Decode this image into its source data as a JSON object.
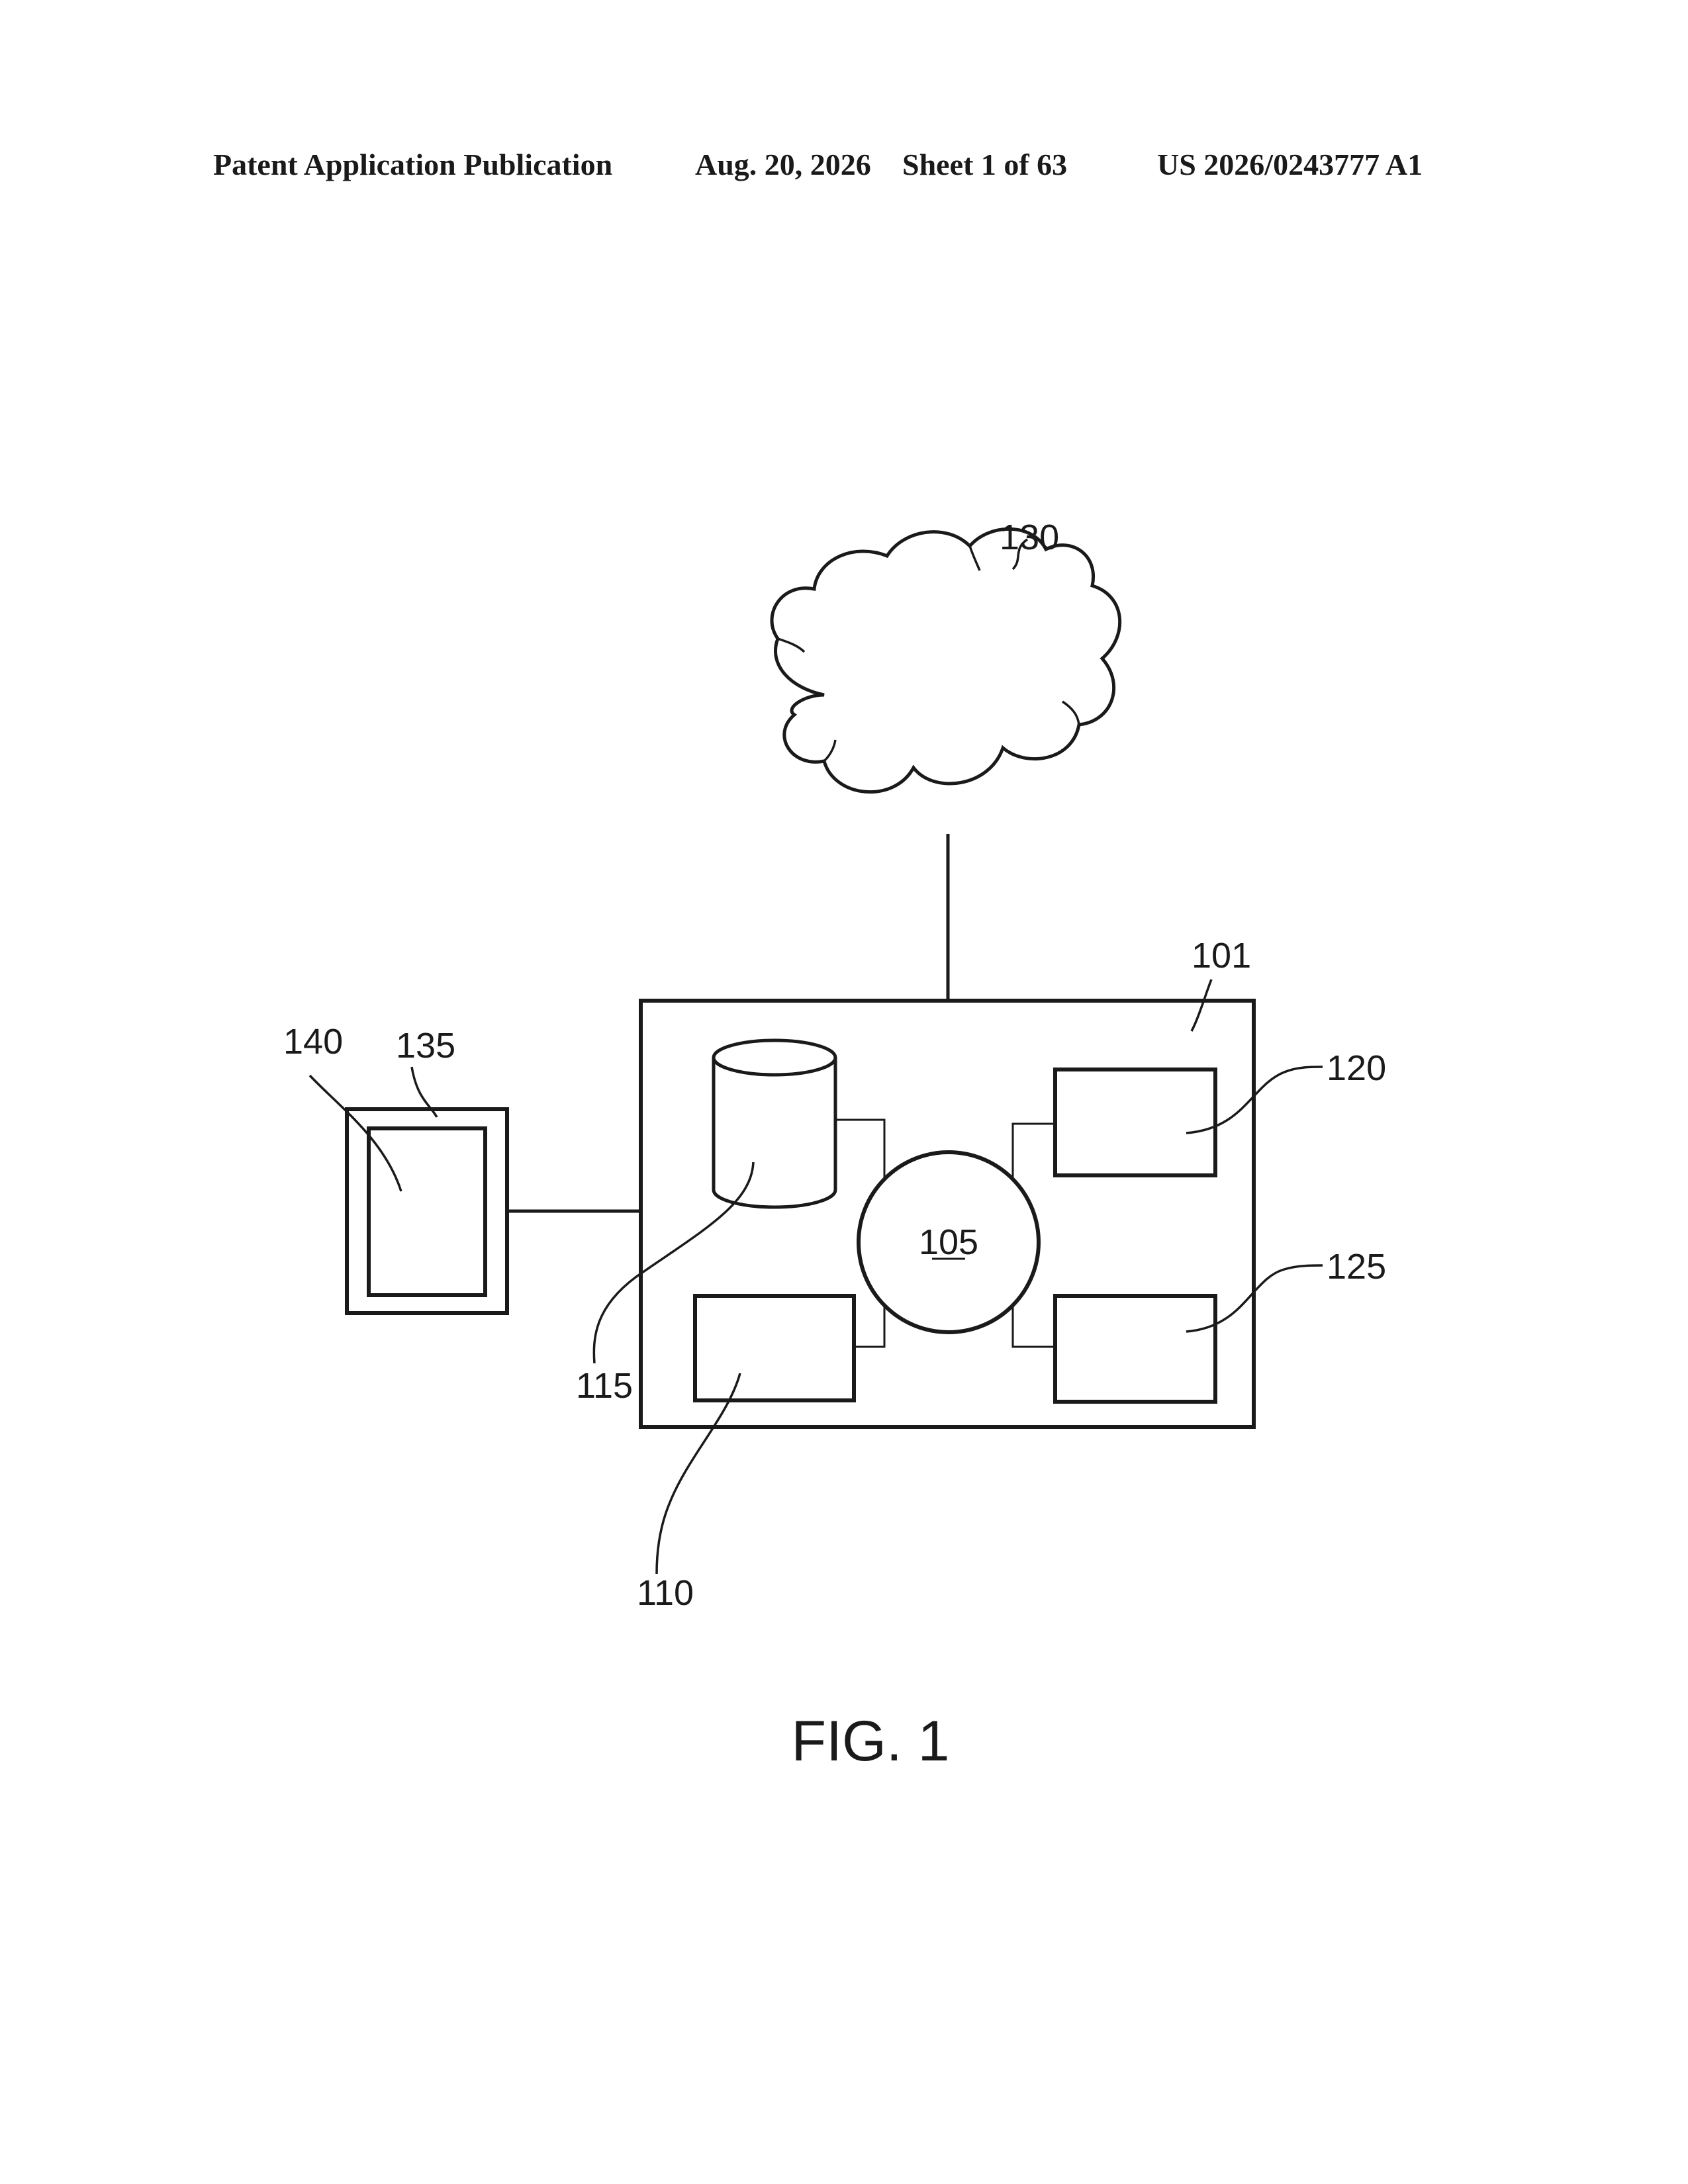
{
  "header": {
    "publication": "Patent Application Publication",
    "date": "Aug. 20, 2026",
    "sheet": "Sheet 1 of 63",
    "number": "US 2026/0243777 A1"
  },
  "figure": {
    "caption": "FIG. 1",
    "refs": {
      "cloud": "130",
      "system": "101",
      "processor": "105",
      "module_110": "110",
      "database": "115",
      "module_120": "120",
      "module_125": "125",
      "device": "135",
      "display": "140"
    }
  }
}
